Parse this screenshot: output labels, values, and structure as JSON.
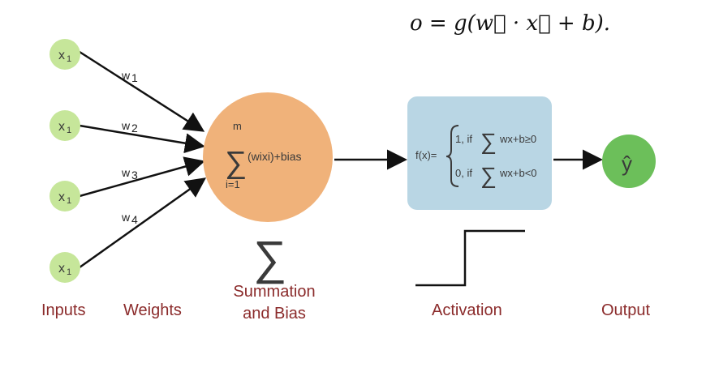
{
  "formula": "o = g(w⃗ · x⃗ + b).",
  "inputs": [
    {
      "label": "x",
      "sub": "1"
    },
    {
      "label": "x",
      "sub": "1"
    },
    {
      "label": "x",
      "sub": "1"
    },
    {
      "label": "x",
      "sub": "1"
    }
  ],
  "weights": [
    {
      "label": "w",
      "sub": "1"
    },
    {
      "label": "w",
      "sub": "2"
    },
    {
      "label": "w",
      "sub": "3"
    },
    {
      "label": "w",
      "sub": "4"
    }
  ],
  "summation": {
    "upper": "m",
    "lower": "i=1",
    "expression": "(wixi)+bias",
    "symbol": "∑"
  },
  "activation": {
    "lhs": "f(x)=",
    "case1_prefix": "1, if",
    "case1_expr": "wx+b≥0",
    "case2_prefix": "0, if",
    "case2_expr": "wx+b<0"
  },
  "output": {
    "label": "ŷ"
  },
  "captions": {
    "inputs": "Inputs",
    "weights": "Weights",
    "summation_line1": "Summation",
    "summation_line2": "and Bias",
    "activation": "Activation",
    "output": "Output"
  },
  "colors": {
    "input_fill": "#c6e69a",
    "summation_fill": "#f0b27a",
    "activation_fill": "#b9d6e4",
    "output_fill": "#6cbf5a",
    "caption": "#8b2b2b"
  }
}
